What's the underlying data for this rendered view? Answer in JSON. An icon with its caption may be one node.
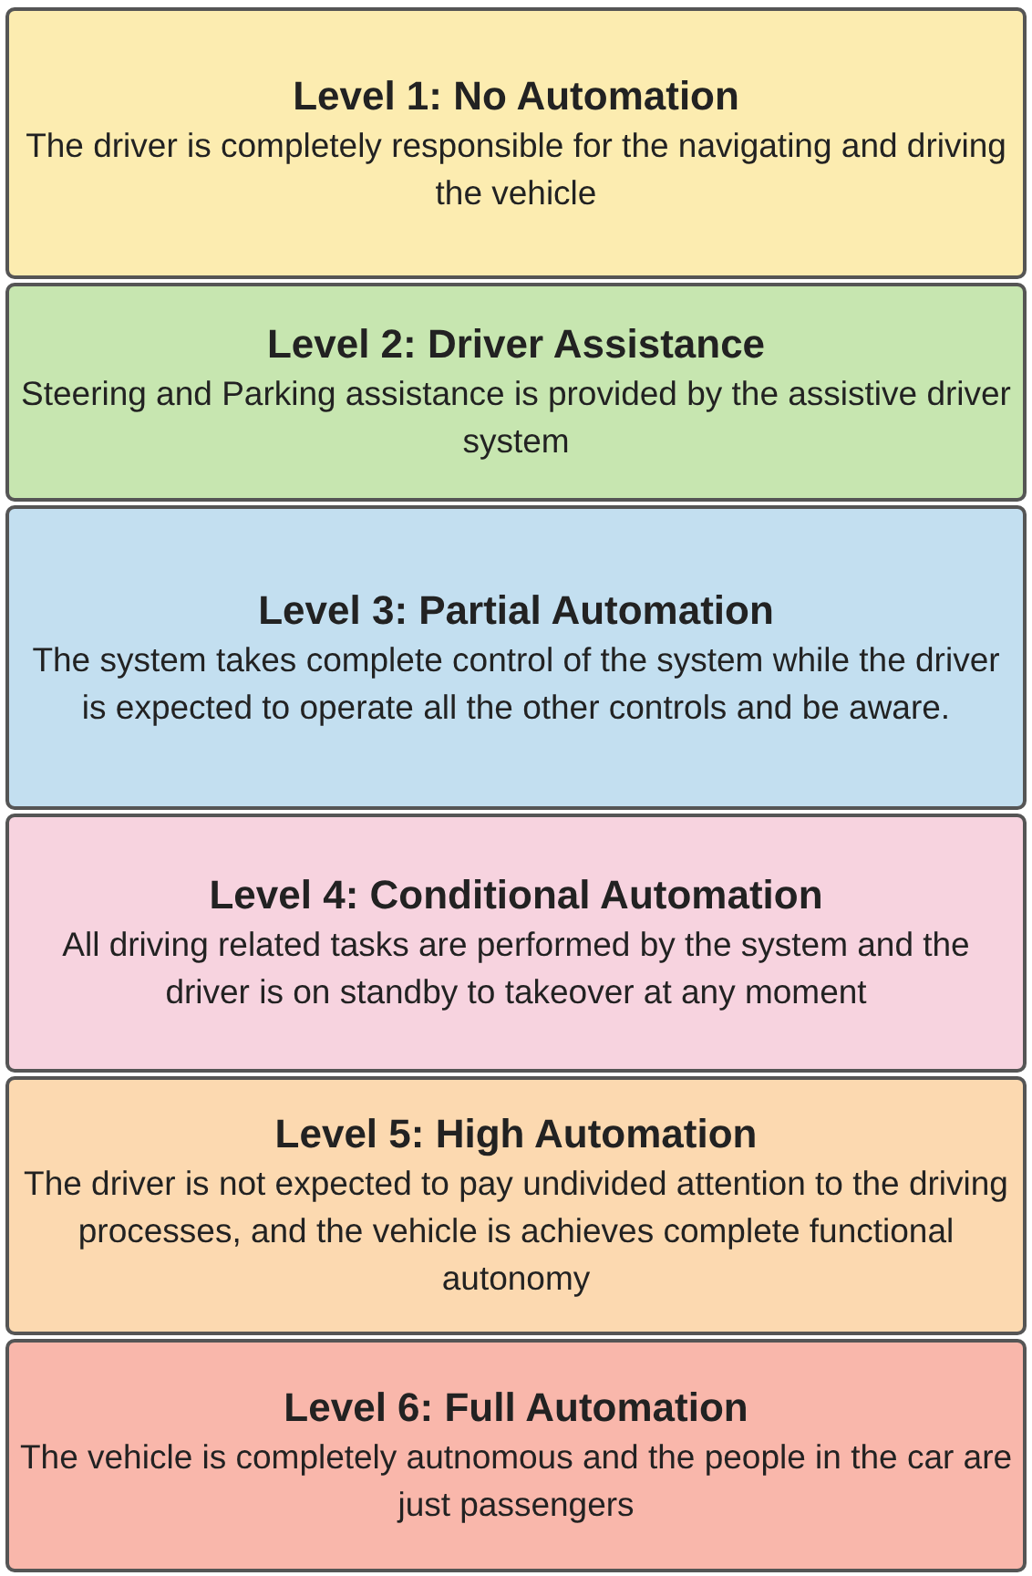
{
  "diagram": {
    "nodes": [
      {
        "text": [
          "Level 1: No Automation",
          "The driver is completely responsible for the navigating and driving the vehicle"
        ]
      },
      {
        "text": [
          "Level 2: Driver Assistance",
          "Steering and Parking assistance is provided by the assistive driver system"
        ]
      },
      {
        "text": [
          "Level 3: Partial Automation",
          "The system takes complete control of the system while the driver is expected to operate all the other controls and be aware."
        ]
      },
      {
        "text": [
          "Level 4: Conditional Automation",
          "All driving related tasks are performed by the system and the driver is on standby to takeover at any moment"
        ]
      },
      {
        "text": [
          "Level 5: High Automation",
          "The driver is not expected to pay undivided attention to the driving processes, and the vehicle is achieves complete functional autonomy"
        ]
      },
      {
        "text": [
          "Level 6: Full Automation",
          "The vehicle is completely autnomous and the people in the car are just passengers"
        ]
      }
    ]
  }
}
